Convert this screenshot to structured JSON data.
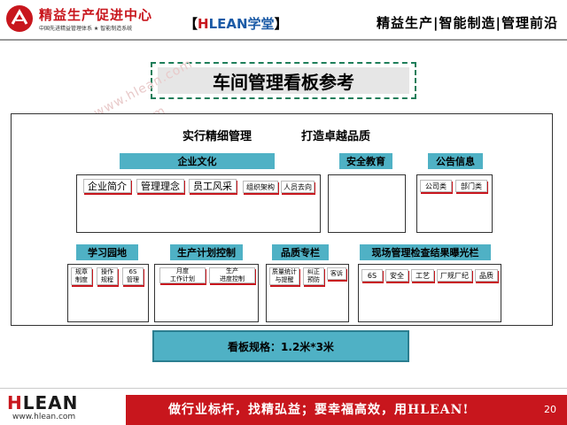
{
  "header": {
    "brand_title": "精益生产促进中心",
    "brand_subtitle": "中国先进精益管理体系 ★ 智能制造系统",
    "tag_bracket_open": "【",
    "tag_h": "H",
    "tag_rest": "LEAN",
    "tag_cn": "学堂",
    "tag_bracket_close": "】",
    "right_text": "精益生产|智能制造|管理前沿"
  },
  "title": "车间管理看板参考",
  "board": {
    "slogan_left": "实行精细管理",
    "slogan_right": "打造卓越品质",
    "sections": {
      "culture": "企业文化",
      "safety": "安全教育",
      "notice": "公告信息",
      "study": "学习园地",
      "plan": "生产计划控制",
      "quality": "品质专栏",
      "site": "现场管理检查结果曝光栏"
    },
    "culture_tabs": [
      "企业简介",
      "管理理念",
      "员工风采",
      "组织架构",
      "人员去向"
    ],
    "notice_tabs": [
      "公司类",
      "部门类"
    ],
    "study_tabs": [
      [
        "规章",
        "制度"
      ],
      [
        "操作",
        "规程"
      ],
      [
        "6S",
        "管理"
      ]
    ],
    "plan_tabs": [
      [
        "月度",
        "工作计划"
      ],
      [
        "生产",
        "进度控制"
      ]
    ],
    "quality_tabs": [
      [
        "质量统计",
        "与提醒"
      ],
      [
        "纠正",
        "预防"
      ],
      [
        "客诉",
        ""
      ]
    ],
    "site_tabs": [
      "6S",
      "安全",
      "工艺",
      "厂规厂纪",
      "品质"
    ],
    "spec": "看板规格：1.2米*3米"
  },
  "watermark": "www.hlean.com",
  "footer": {
    "logo_h": "H",
    "logo_rest": "LEAN",
    "url": "www.hlean.com",
    "slogan": "做行业标杆，找精弘益；要幸福高效，用HLEAN!",
    "page": "20"
  },
  "colors": {
    "brand_red": "#c8161d",
    "section_teal": "#4fb1c5",
    "title_border": "#1e7e5a"
  }
}
